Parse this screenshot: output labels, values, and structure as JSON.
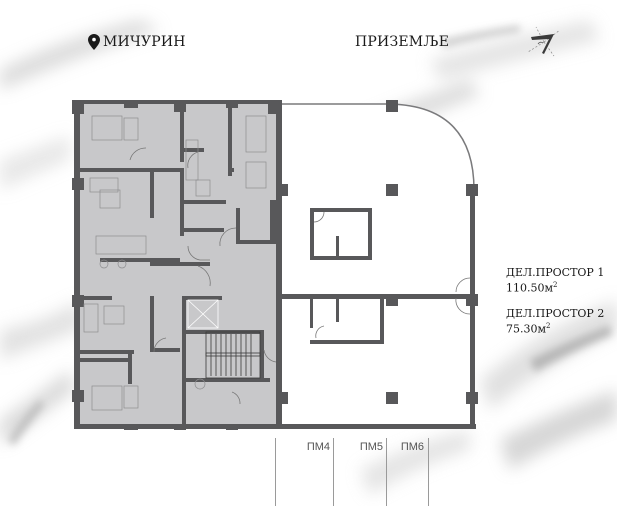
{
  "header": {
    "location_icon": "map-pin-icon",
    "location": "МИЧУРИН",
    "floor": "ПРИЗЕМЉЕ",
    "compass_icon": "north-arrow-icon"
  },
  "legend": [
    {
      "label": "ДЕЛ.ПРОСТОР 1",
      "area_value": "110.50м",
      "area_unit_sup": "2"
    },
    {
      "label": "ДЕЛ.ПРОСТОР 2",
      "area_value": "75.30м",
      "area_unit_sup": "2"
    }
  ],
  "parking": [
    {
      "label": "ПМ4"
    },
    {
      "label": "ПМ5"
    },
    {
      "label": "ПМ6"
    }
  ],
  "colors": {
    "residential_fill": "#c8c8ca",
    "wall": "#58585a",
    "commercial_fill": "#ffffff",
    "line": "#7a7a7c"
  }
}
